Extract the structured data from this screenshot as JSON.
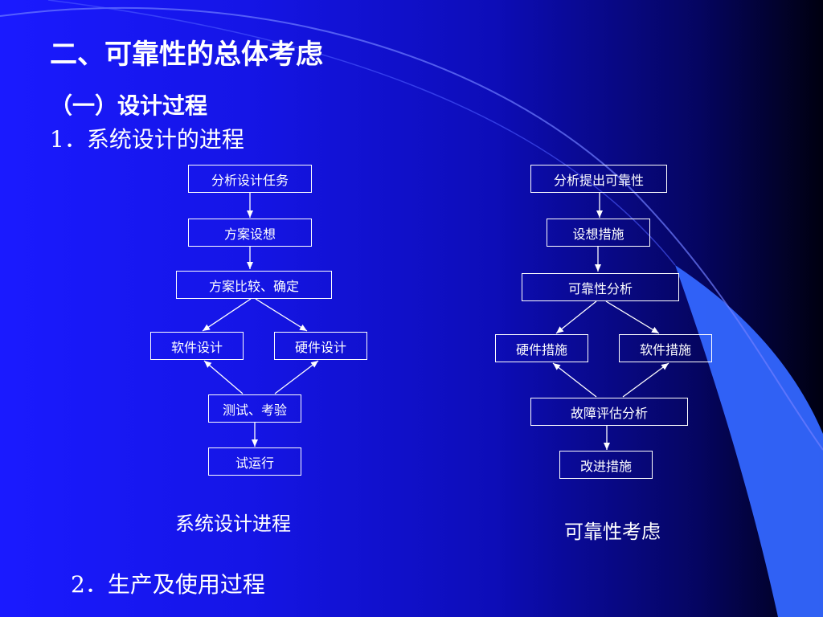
{
  "slide": {
    "title": "二、可靠性的总体考虑",
    "subtitle": "（一）设计过程",
    "point1": "1．系统设计的进程",
    "point2": "2．生产及使用过程"
  },
  "left_flow": {
    "caption": "系统设计进程",
    "nodes": {
      "n1": "分析设计任务",
      "n2": "方案设想",
      "n3": "方案比较、确定",
      "n4": "软件设计",
      "n5": "硬件设计",
      "n6": "测试、考验",
      "n7": "试运行"
    }
  },
  "right_flow": {
    "caption": "可靠性考虑",
    "nodes": {
      "n1": "分析提出可靠性",
      "n2": "设想措施",
      "n3": "可靠性分析",
      "n4": "硬件措施",
      "n5": "软件措施",
      "n6": "故障评估分析",
      "n7": "改进措施"
    }
  },
  "colors": {
    "background": "#1a1aff",
    "accent_band": "#3366ff",
    "text": "#ffffff"
  }
}
